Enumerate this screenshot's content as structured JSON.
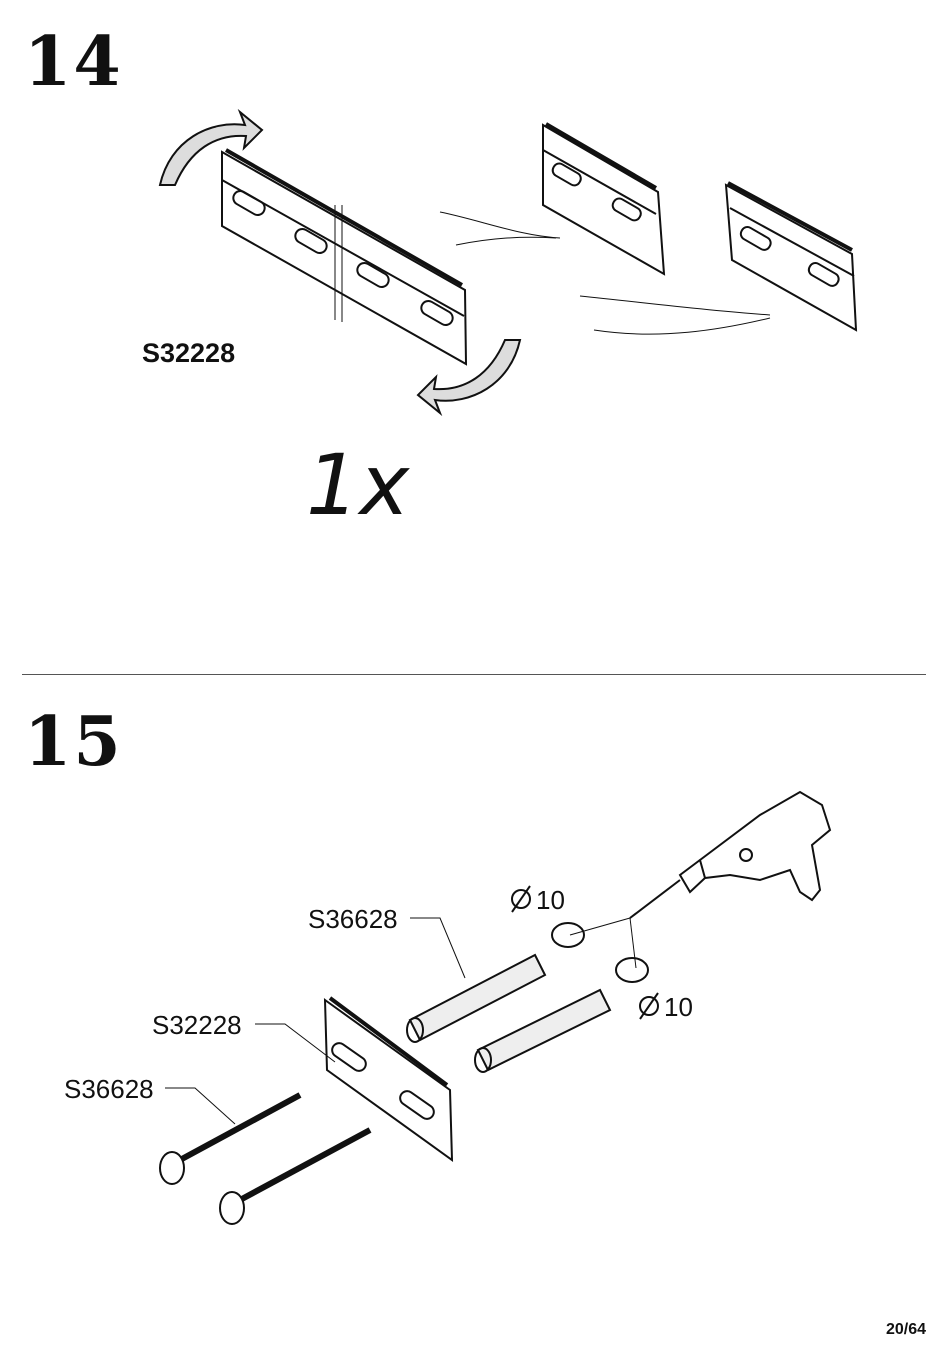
{
  "steps": [
    {
      "number": "14",
      "part_label": "S32228",
      "quantity": "1x"
    },
    {
      "number": "15",
      "labels": {
        "plug": "S36628",
        "bracket": "S32228",
        "screw": "S36628",
        "drill_diameter_1": "10",
        "drill_diameter_2": "10"
      }
    }
  ],
  "footer": {
    "page": "20/64"
  }
}
